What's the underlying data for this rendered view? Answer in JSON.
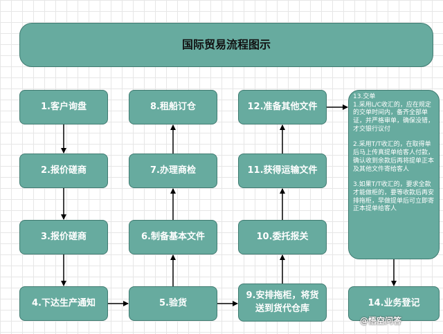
{
  "title": "国际贸易流程图示",
  "steps": {
    "s1": "1.客户询盘",
    "s2": "2.报价磋商",
    "s3": "3.报价磋商",
    "s4": "4.下达生产通知",
    "s5": "5.验货",
    "s6": "6.制备基本文件",
    "s7": "7.办理商检",
    "s8": "8.租船订仓",
    "s9_line1": "9.安排拖柜，将货",
    "s9_line2": "送到货代仓库",
    "s10": "10.委托报关",
    "s11": "11.获得运输文件",
    "s12": "12.准备其他文件",
    "s14": "14.业务登记"
  },
  "note13": {
    "heading": "13.交单",
    "p1": "1.采用L/C收汇的，应在规定的交单时间内，备齐全部单证，并严格审单，确保没错，才交银行议付",
    "p2": "2.采用T/T收汇的，在取得单后马上传真提单给客人付款，确认收到余款后再将提单正本及其他文件寄给客人",
    "p3": "3.如果T/T收汇的，要求全款才能做柜的，要等收款后再安排拖柜，早做提单后可立即寄正本提单给客人"
  },
  "watermark": "@悟空问答",
  "colors": {
    "node_fill": "#67ab9f",
    "node_border": "#3f7a70",
    "arrow": "#000000"
  }
}
